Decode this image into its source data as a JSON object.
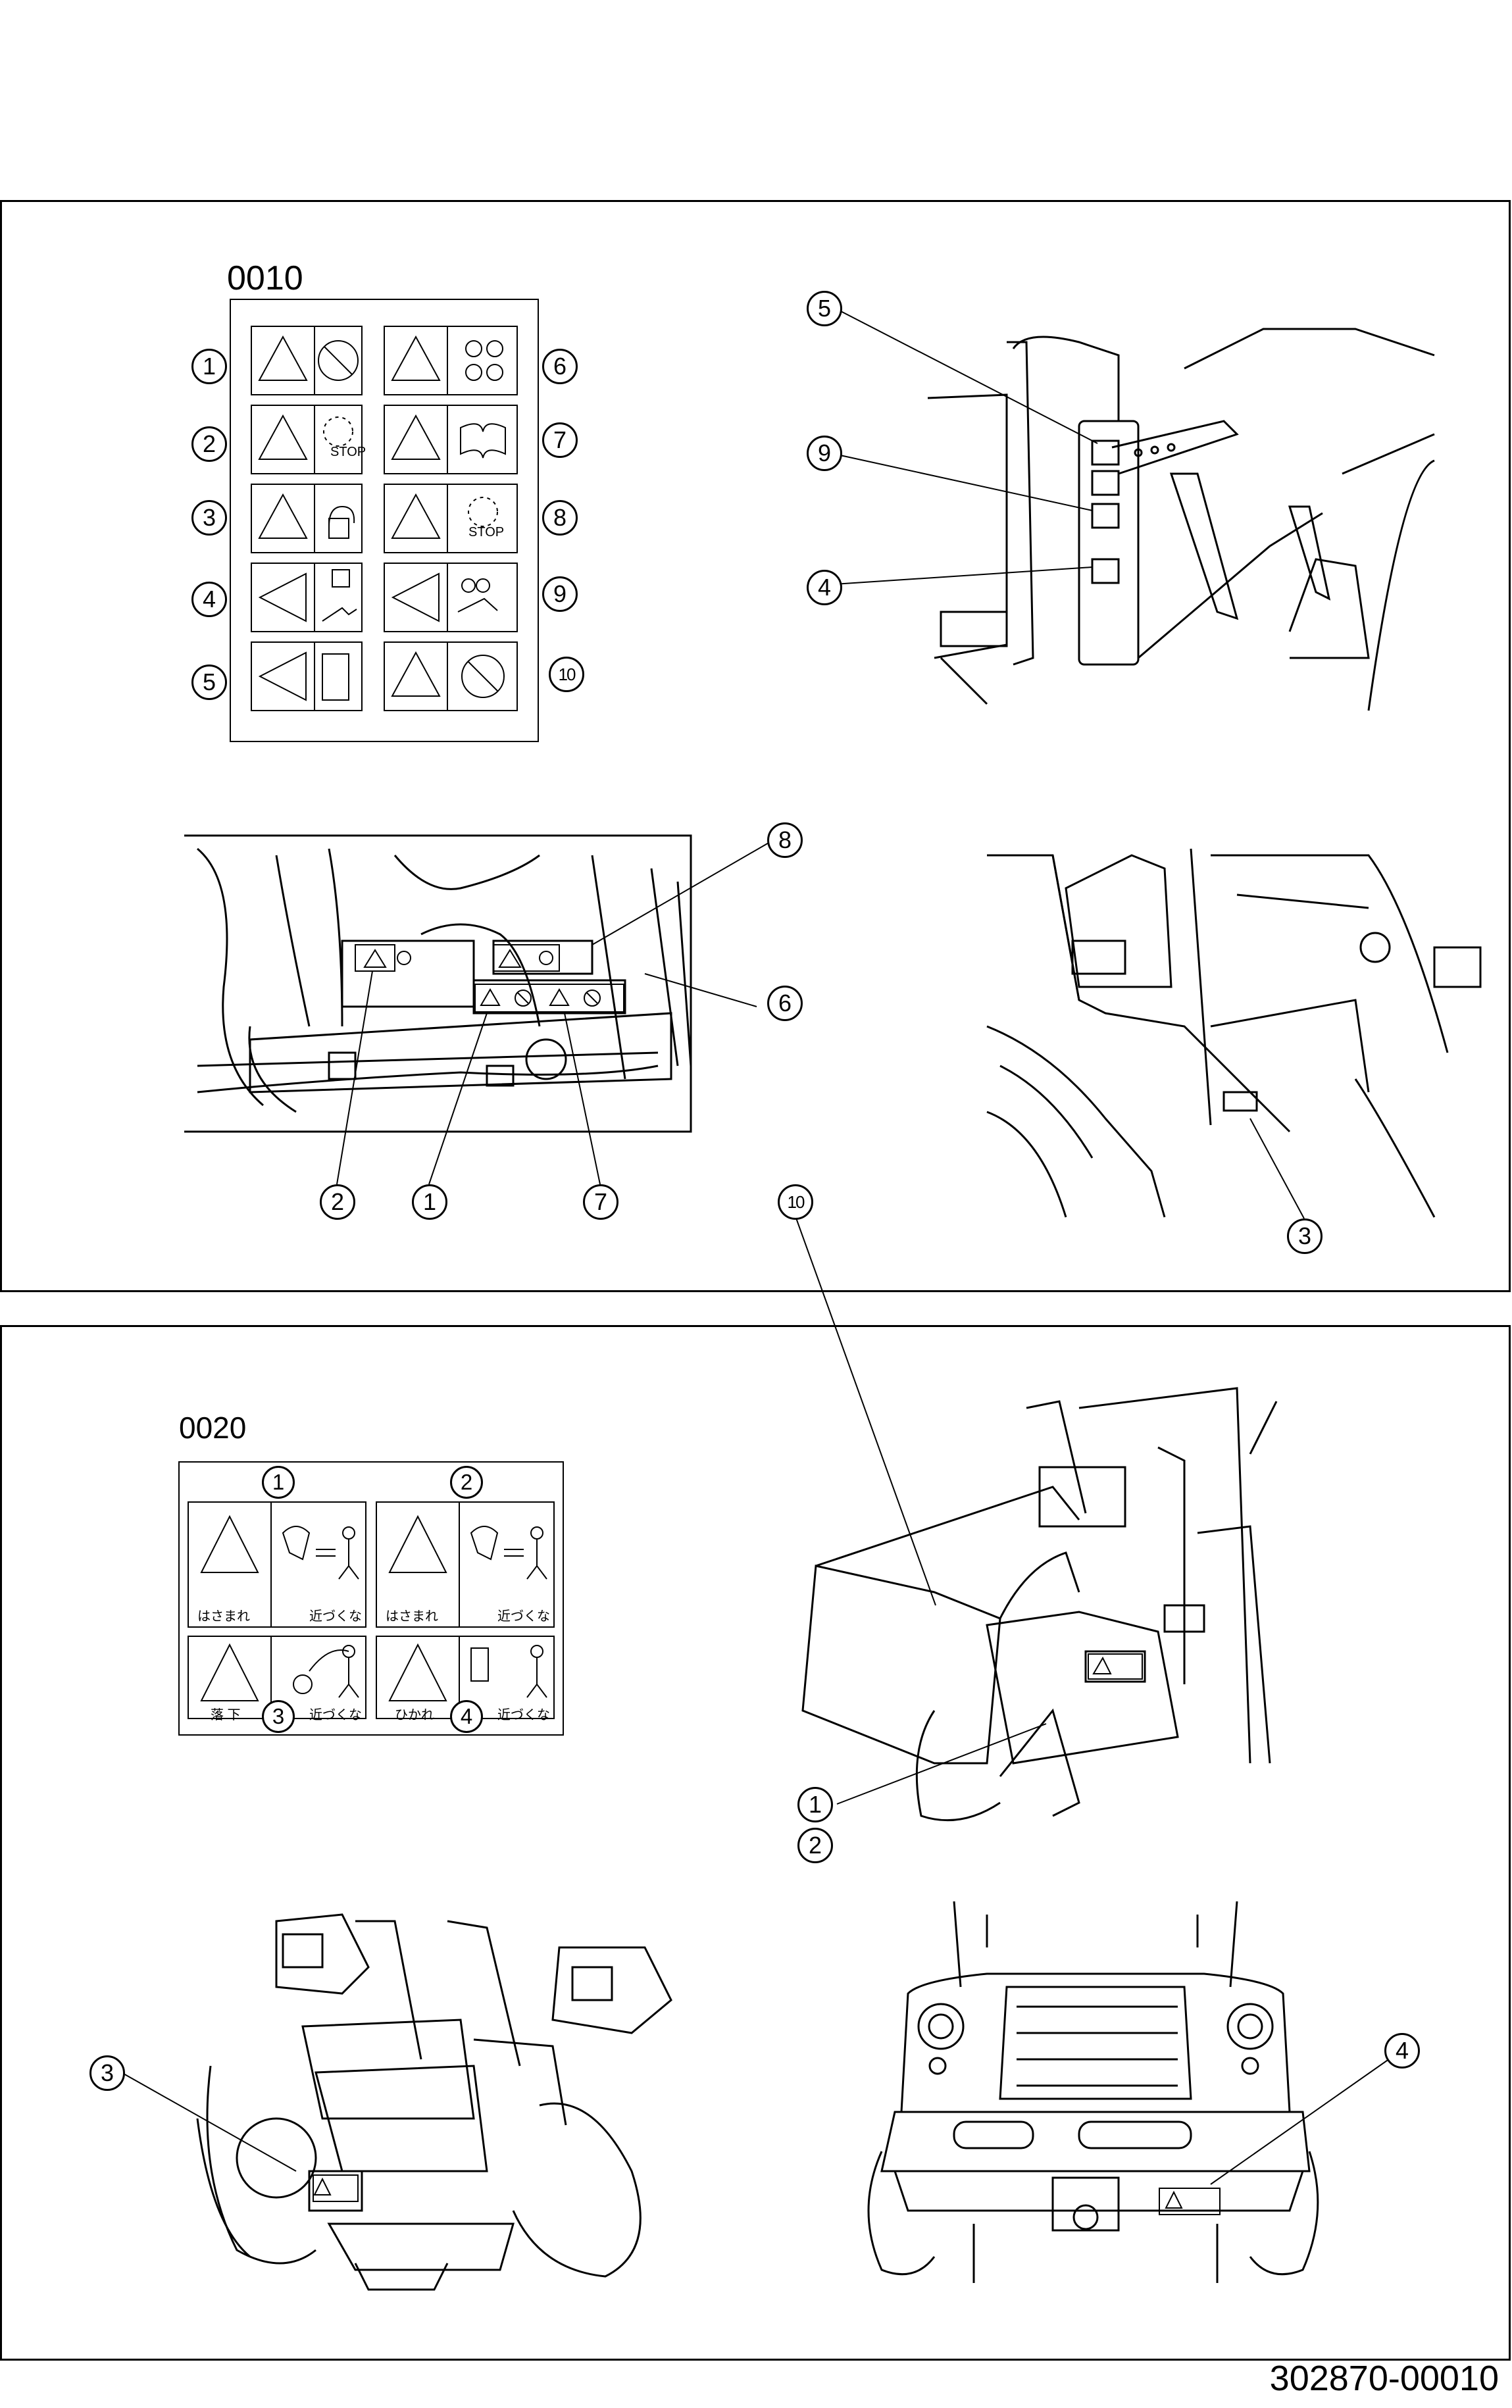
{
  "sheet_0010": {
    "code": "0010",
    "sheet_numbers": [
      "1",
      "2",
      "3",
      "4",
      "5",
      "6",
      "7",
      "8",
      "9",
      "10"
    ],
    "stop_1": "STOP",
    "stop_2": "STOP"
  },
  "sheet_0020": {
    "code": "0020",
    "sheet_numbers": [
      "1",
      "2",
      "3",
      "4"
    ],
    "cap_1a": "はさまれ",
    "cap_1b": "近づくな",
    "cap_2a": "はさまれ",
    "cap_2b": "近づくな",
    "cap_3a": "落 下",
    "cap_3b": "近づくな",
    "cap_4a": "ひかれ",
    "cap_4b": "近づくな"
  },
  "callouts": {
    "cab": [
      "5",
      "9",
      "4"
    ],
    "engine": [
      "8",
      "6",
      "2",
      "1",
      "7"
    ],
    "side": [
      "3"
    ],
    "loader": [
      "10",
      "1",
      "2"
    ],
    "front": [
      "3"
    ],
    "rear": [
      "4"
    ]
  },
  "footer": "302870-00010"
}
